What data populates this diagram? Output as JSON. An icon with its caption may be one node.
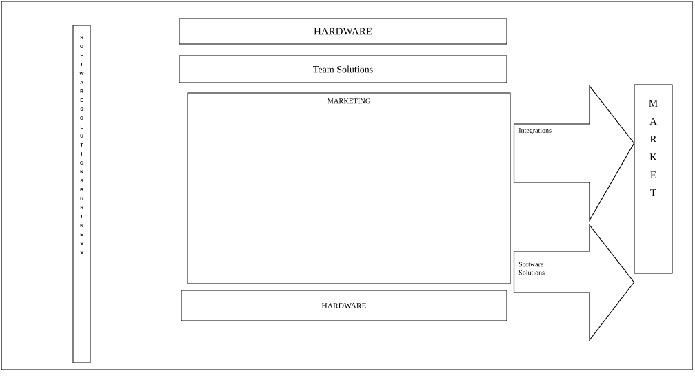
{
  "diagram": {
    "nodes": [
      {
        "text": [
          "SOFTWARE SOLUTIONS BUSINESS"
        ]
      },
      {
        "text": [
          "HARDWARE"
        ]
      },
      {
        "text": [
          "Team Solutions"
        ]
      },
      {
        "text": [
          "MARKETING"
        ]
      },
      {
        "text": [
          "HARDWARE"
        ]
      },
      {
        "text": [
          "MARKET"
        ]
      }
    ],
    "edges": [
      {
        "from": 3,
        "to": 5,
        "arrow": "to",
        "label": "Integrations"
      },
      {
        "from": 3,
        "to": 5,
        "arrow": "to",
        "label": "Software Solutions"
      }
    ]
  }
}
